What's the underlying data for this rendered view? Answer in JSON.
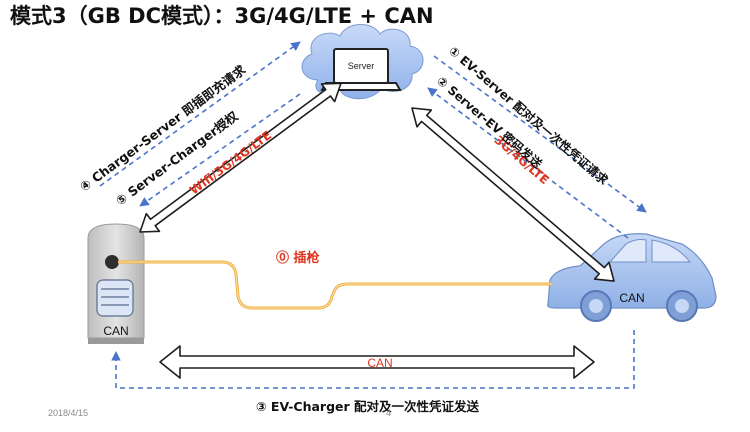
{
  "slide": {
    "title": "模式3（GB DC模式）：3G/4G/LTE + CAN",
    "date": "2018/4/15",
    "page_number": "4"
  },
  "nodes": {
    "server_label": "Server",
    "charger_can": "CAN",
    "ev_can": "CAN"
  },
  "links": {
    "charger_server": "Wifi/3G/4G/LTE",
    "server_ev": "3G/4G/LTE",
    "charger_ev": "CAN"
  },
  "steps": {
    "step0": "⓪  插枪",
    "step1": "①  EV-Server  配对及一次性凭证请求",
    "step2": "②  Server-EV  密码发送",
    "step3": "③  EV-Charger 配对及一次性凭证发送",
    "step4": "④  Charger-Server 即插即充请求",
    "step5": "⑤  Server-Charger授权"
  },
  "colors": {
    "label_red": "#e0351f",
    "dashed_blue": "#4a74c9",
    "cable_orange": "#f0b040",
    "car_blue": "#a9c4ef"
  }
}
